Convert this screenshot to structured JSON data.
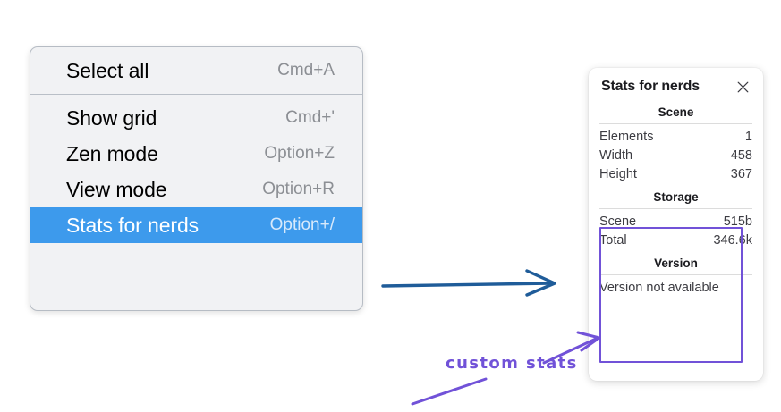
{
  "context_menu": {
    "groups": [
      {
        "items": [
          {
            "label": "Select all",
            "shortcut": "Cmd+A",
            "selected": false
          }
        ]
      },
      {
        "items": [
          {
            "label": "Show grid",
            "shortcut": "Cmd+'",
            "selected": false
          },
          {
            "label": "Zen mode",
            "shortcut": "Option+Z",
            "selected": false
          },
          {
            "label": "View mode",
            "shortcut": "Option+R",
            "selected": false
          },
          {
            "label": "Stats for nerds",
            "shortcut": "Option+/",
            "selected": true
          }
        ]
      }
    ],
    "selected_highlight_color": "#3d9aec"
  },
  "stats_panel": {
    "title": "Stats for nerds",
    "close_icon": "close-icon",
    "sections": [
      {
        "name": "Scene",
        "rows": [
          {
            "key": "Elements",
            "value": "1"
          },
          {
            "key": "Width",
            "value": "458"
          },
          {
            "key": "Height",
            "value": "367"
          }
        ]
      },
      {
        "name": "Storage",
        "rows": [
          {
            "key": "Scene",
            "value": "515b"
          },
          {
            "key": "Total",
            "value": "346.6k"
          }
        ]
      },
      {
        "name": "Version",
        "full_row": "Version not available"
      }
    ]
  },
  "annotations": {
    "custom_stats_label": "custom stats",
    "purple_color": "#7152d8",
    "blue_arrow_color": "#1f5c99"
  }
}
